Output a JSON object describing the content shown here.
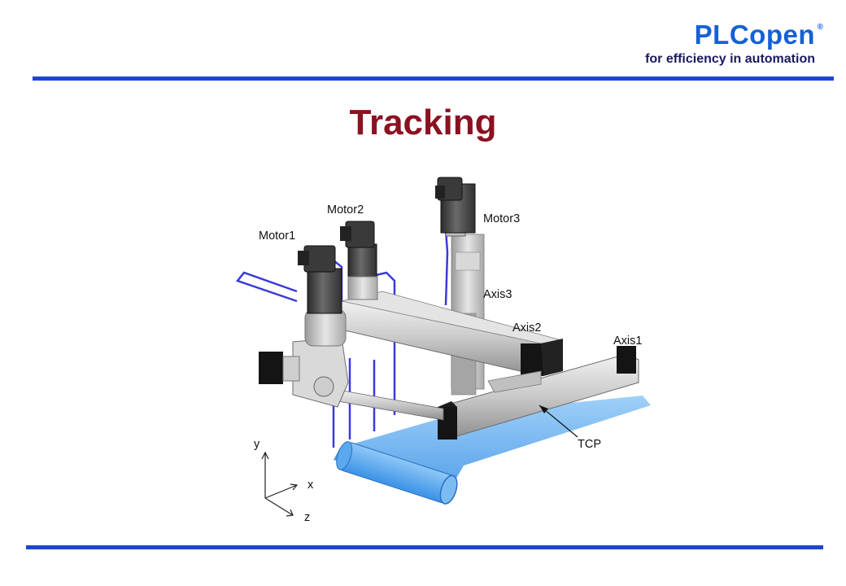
{
  "header": {
    "brand": "PLCopen",
    "registered_mark": "®",
    "tagline": "for efficiency in automation"
  },
  "slide": {
    "title": "Tracking"
  },
  "diagram": {
    "labels": {
      "motor1": "Motor1",
      "motor2": "Motor2",
      "motor3": "Motor3",
      "axis1": "Axis1",
      "axis2": "Axis2",
      "axis3": "Axis3",
      "tcp": "TCP"
    },
    "axes": {
      "x": "x",
      "y": "y",
      "z": "z"
    }
  },
  "colors": {
    "brand_blue": "#1560d6",
    "title_red": "#8a1221",
    "rule_blue": "#1e45d0",
    "conveyor_blue": "#4aa3ee",
    "cable_blue": "#3a3ad8"
  }
}
